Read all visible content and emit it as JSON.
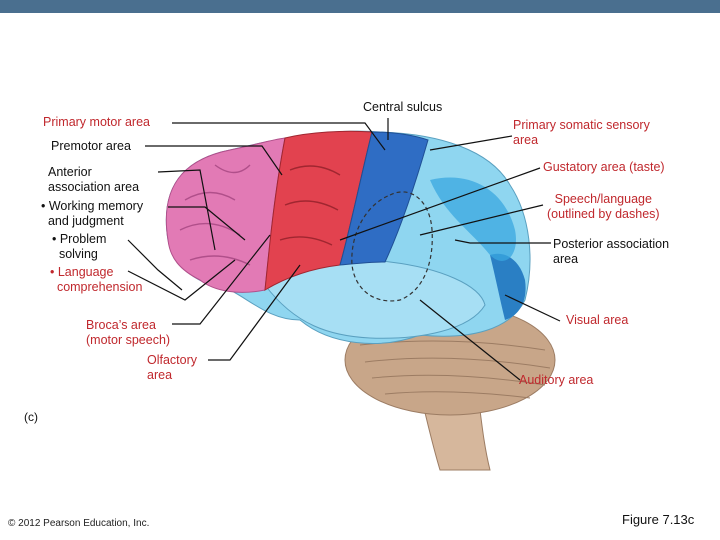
{
  "labels": {
    "primary_motor": "Primary motor area",
    "premotor": "Premotor area",
    "anterior_association": "Anterior\nassociation area",
    "working_memory": "• Working memory\n  and judgment",
    "problem_solving": "• Problem\n  solving",
    "language_comprehension": "• Language\n  comprehension",
    "brocas": "Broca’s area\n(motor speech)",
    "olfactory": "Olfactory\narea",
    "central_sulcus": "Central sulcus",
    "primary_somatic": "Primary somatic sensory\narea",
    "gustatory": "Gustatory area (taste)",
    "speech_language": "Speech/language\n(outlined by dashes)",
    "posterior_association": "Posterior association\narea",
    "visual": "Visual area",
    "auditory": "Auditory area"
  },
  "panel_label": "(c)",
  "credit": "© 2012 Pearson Education, Inc.",
  "figure": "Figure 7.13c",
  "colors": {
    "header_bar": "#4a6f8f",
    "frontal_pink": "#e27ab5",
    "motor_red": "#e2424f",
    "sensory_blue": "#2f6dc4",
    "parietal_light_blue": "#8fd6f0",
    "temporal_blue": "#a7dff4",
    "occipital_blue": "#3aa7e0",
    "cerebellum": "#c8a689",
    "label_red": "#c0282d"
  }
}
